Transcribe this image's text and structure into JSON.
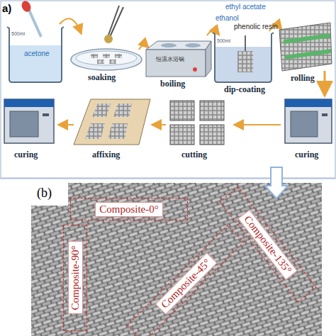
{
  "diagram": {
    "nodes": [
      {
        "text": [
          "Composite-0°"
        ]
      },
      {
        "text": [
          "Composite-90°"
        ]
      },
      {
        "text": [
          "Composite-45°"
        ]
      },
      {
        "text": [
          "Composite-135°"
        ]
      }
    ],
    "labels": [
      "a)",
      "500ml",
      "acetone",
      "soaking",
      "boiling",
      "恒温水浴锅",
      "ethyl acetate",
      "ethanol",
      "phenolic resin",
      "500ml",
      "dip-coating",
      "rolling",
      "curing",
      "affixing",
      "cutting",
      "curing",
      "(b)"
    ]
  }
}
